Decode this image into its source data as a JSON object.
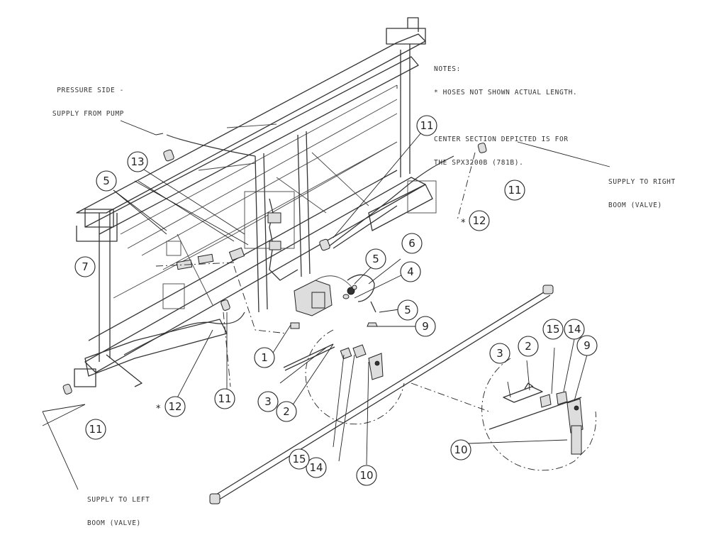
{
  "notes": {
    "heading": "NOTES:",
    "line1": "* HOSES NOT SHOWN ACTUAL LENGTH.",
    "line2": "CENTER SECTION DEPICTED IS FOR",
    "line3": "THE SPX3200B (781B)."
  },
  "labels": {
    "pressure_side_1": "PRESSURE SIDE -",
    "pressure_side_2": "SUPPLY FROM PUMP",
    "right_boom_1": "SUPPLY TO RIGHT",
    "right_boom_2": "BOOM (VALVE)",
    "left_boom_1": "SUPPLY TO LEFT",
    "left_boom_2": "BOOM (VALVE)"
  },
  "callouts": [
    "1",
    "2",
    "3",
    "4",
    "5",
    "5",
    "5",
    "6",
    "7",
    "9",
    "9",
    "10",
    "10",
    "11",
    "11",
    "11",
    "11",
    "12",
    "12",
    "13",
    "14",
    "14",
    "15",
    "15",
    "2",
    "3"
  ],
  "asterisk_callouts": [
    "12",
    "12"
  ]
}
